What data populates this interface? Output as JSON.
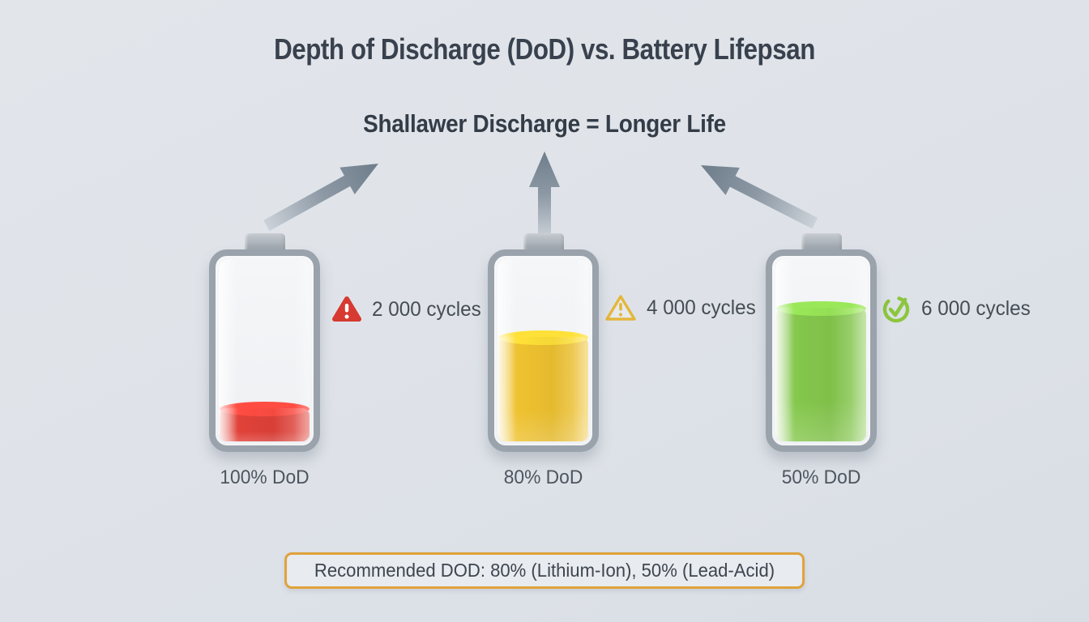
{
  "infographic": {
    "title": "Depth of Discharge (DoD) vs. Battery Lifepsan",
    "subtitle": "Shallawer Discharge = Longer Life",
    "recommendation": "Recommended DOD: 80% (Lithium-Ion), 50% (Lead-Acid)"
  },
  "batteries": [
    {
      "dod_label": "100% DoD",
      "cycles_label": "2 000 cycles",
      "icon": "alert-triangle-filled-icon",
      "icon_color": "#d63a30",
      "fill_color": "#e1423a",
      "fill_level_percent": 18
    },
    {
      "dod_label": "80% DoD",
      "cycles_label": "4 000 cycles",
      "icon": "warning-triangle-outline-icon",
      "icon_color": "#e4b73c",
      "fill_color": "#efc230",
      "fill_level_percent": 57
    },
    {
      "dod_label": "50% DoD",
      "cycles_label": "6 000 cycles",
      "icon": "check-circle-icon",
      "icon_color": "#8cc63f",
      "fill_color": "#85c84d",
      "fill_level_percent": 73
    }
  ],
  "arrows": [
    "up-right-arrow",
    "up-arrow",
    "up-left-arrow"
  ],
  "colors": {
    "background": "#dfe3e9",
    "heading_text": "#38414d",
    "body_text": "#454c55",
    "battery_border": "#9aa2ab",
    "battery_interior": "#f3f5f7",
    "battery_cap": "#a8aeb6",
    "arrow_dark": "#6e7d8b",
    "arrow_light": "#ccd2d9",
    "recommendation_border": "#e0a23c",
    "recommendation_background": "#e8ebef"
  }
}
